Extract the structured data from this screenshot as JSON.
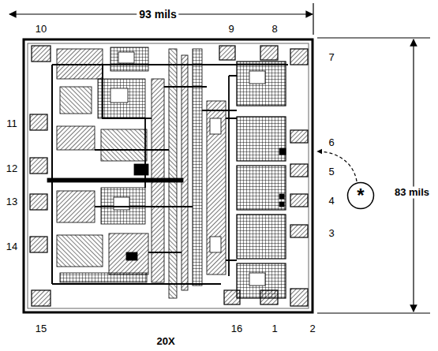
{
  "diagram": {
    "nodes": [
      {
        "text": [
          "*"
        ]
      }
    ],
    "labels": [
      "93 mils",
      "10",
      "9",
      "8",
      "7",
      "11",
      "6",
      "12",
      "5",
      "83 mils",
      "13",
      "4",
      "3",
      "14",
      "15",
      "16",
      "1",
      "2",
      "20X"
    ]
  }
}
